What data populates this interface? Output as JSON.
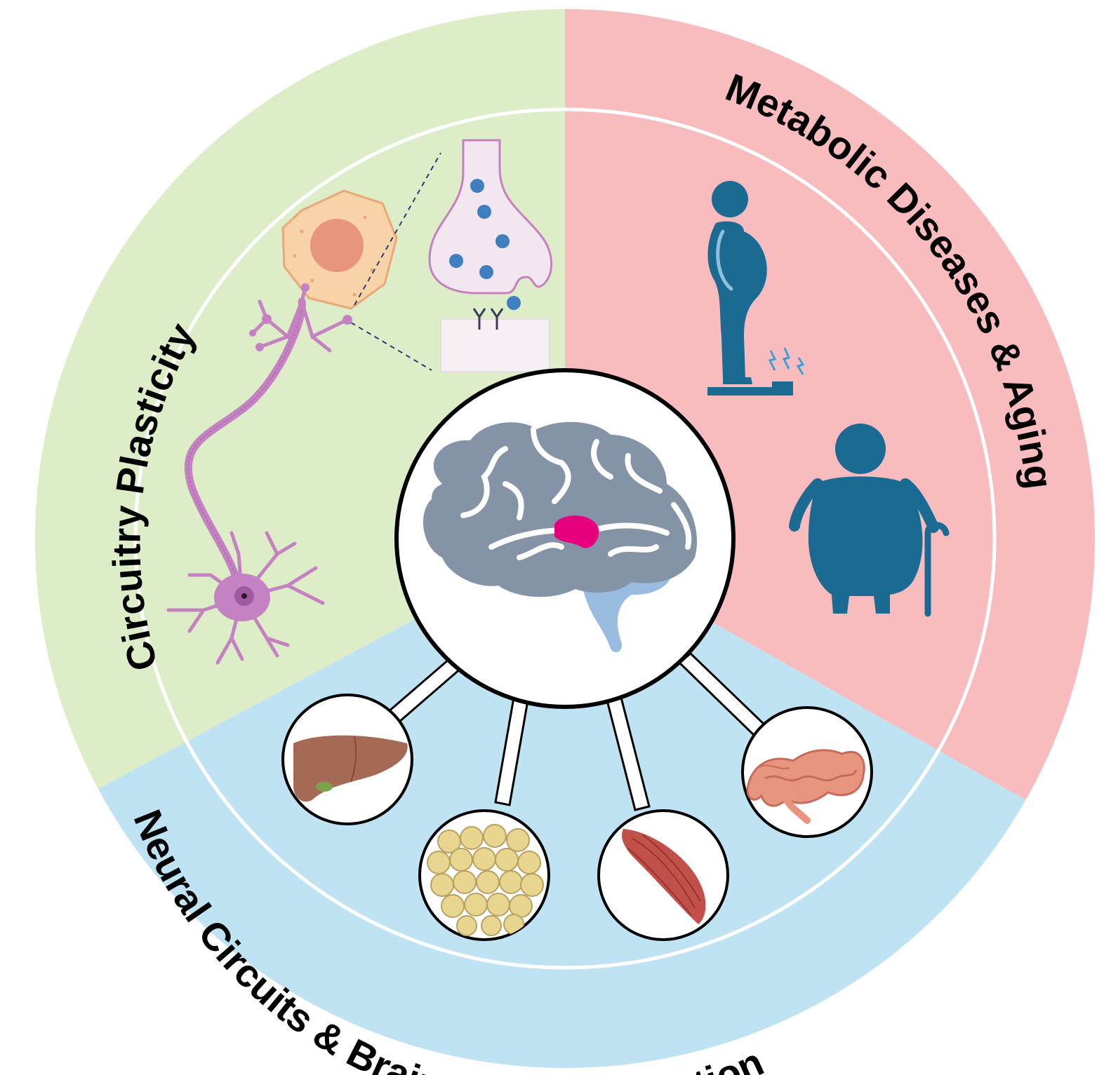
{
  "sectors": {
    "plasticity": {
      "label": "Circuitry Plasticity",
      "color": "#dcedc8"
    },
    "metabolic": {
      "label": "Metabolic Diseases & Aging",
      "color": "#f8bbbe"
    },
    "neural": {
      "label": "Neural Circuits & Brain-Body Connection",
      "color": "#c0e3f3"
    }
  },
  "colors": {
    "ring": "#ffffff",
    "figure": "#1b6a92",
    "brain": "#8494a6",
    "brain_highlight": "#e6007e",
    "cerebellum": "#9abbe0",
    "neuron": "#c582c2",
    "liver": "#a56a55",
    "fat": "#e8d58f",
    "muscle": "#c2504a",
    "intestine": "#e8957f"
  },
  "icons": [
    "brain-icon",
    "neuron-icon",
    "cell-icon",
    "synapse-icon",
    "obese-person-icon",
    "scale-icon",
    "elderly-person-icon",
    "cane-icon",
    "liver-icon",
    "adipose-tissue-icon",
    "muscle-icon",
    "intestine-icon"
  ]
}
